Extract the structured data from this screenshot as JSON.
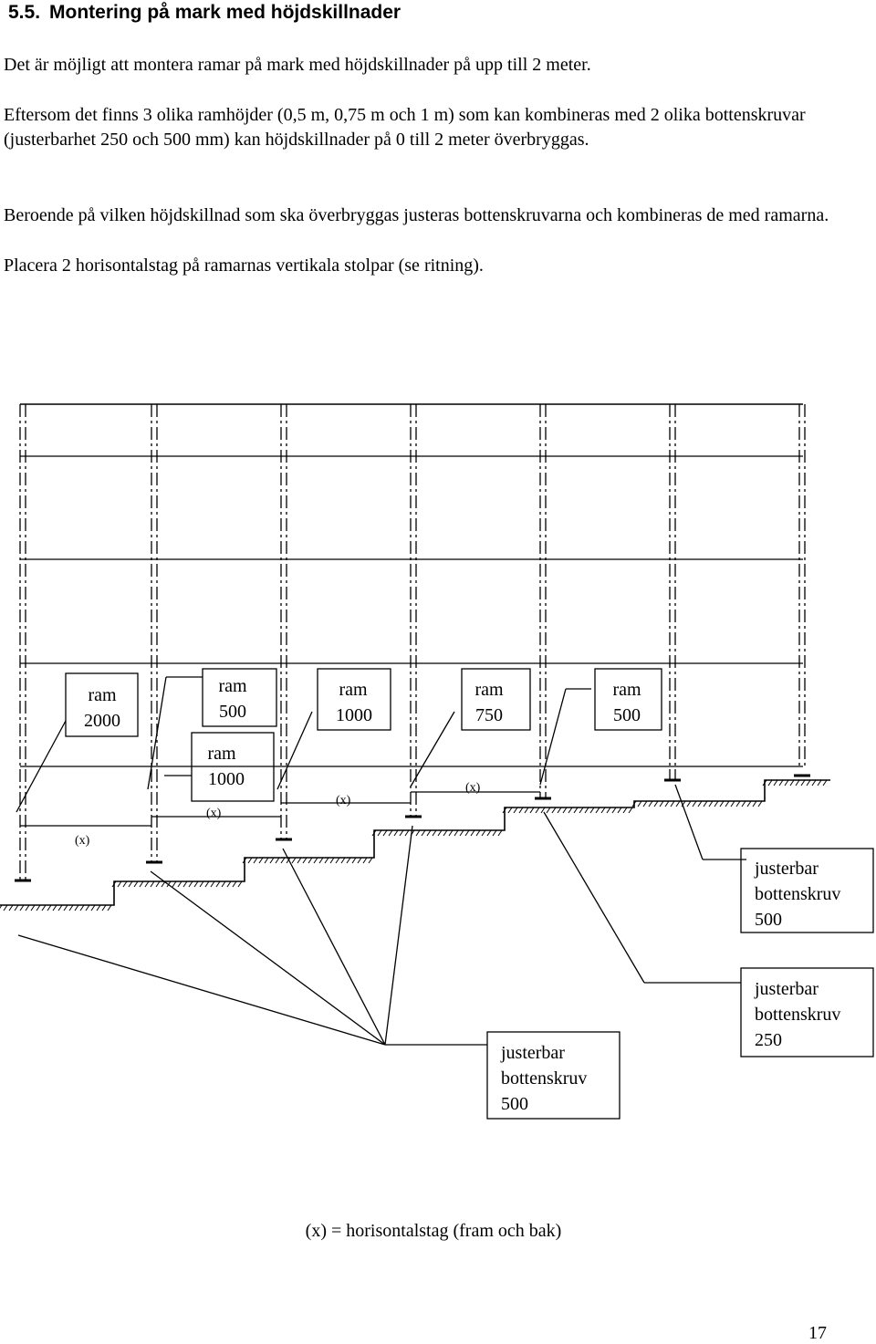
{
  "heading": {
    "number": "5.5.",
    "title": "Montering på mark med höjdskillnader"
  },
  "paragraphs": [
    "Det är möjligt att montera ramar på mark med höjdskillnader på upp till 2 meter.",
    "Eftersom det finns 3 olika ramhöjder (0,5 m, 0,75 m och 1 m) som kan kombineras med 2 olika bottenskruvar (justerbarhet 250 och 500 mm) kan höjdskillnader på 0 till 2 meter överbryggas.",
    "Beroende på vilken höjdskillnad som ska överbryggas justeras bottenskruvarna och kombineras de med ramarna.",
    "Placera 2 horisontalstag på ramarnas vertikala stolpar (se ritning)."
  ],
  "drawing": {
    "frames": [
      {
        "line1": "ram",
        "line2": "2000"
      },
      {
        "line1": "ram",
        "line2": "500"
      },
      {
        "line1": "ram",
        "line2": "1000"
      },
      {
        "line1": "ram",
        "line2": "1000"
      },
      {
        "line1": "ram",
        "line2": "750"
      },
      {
        "line1": "ram",
        "line2": "500"
      }
    ],
    "brace_mark": "(x)",
    "screws": [
      {
        "line1": "justerbar",
        "line2": "bottenskruv",
        "line3": "500"
      },
      {
        "line1": "justerbar",
        "line2": "bottenskruv",
        "line3": "250"
      },
      {
        "line1": "justerbar",
        "line2": "bottenskruv",
        "line3": "500"
      }
    ],
    "legend": "(x) = horisontalstag (fram och bak)"
  },
  "page_number": "17"
}
